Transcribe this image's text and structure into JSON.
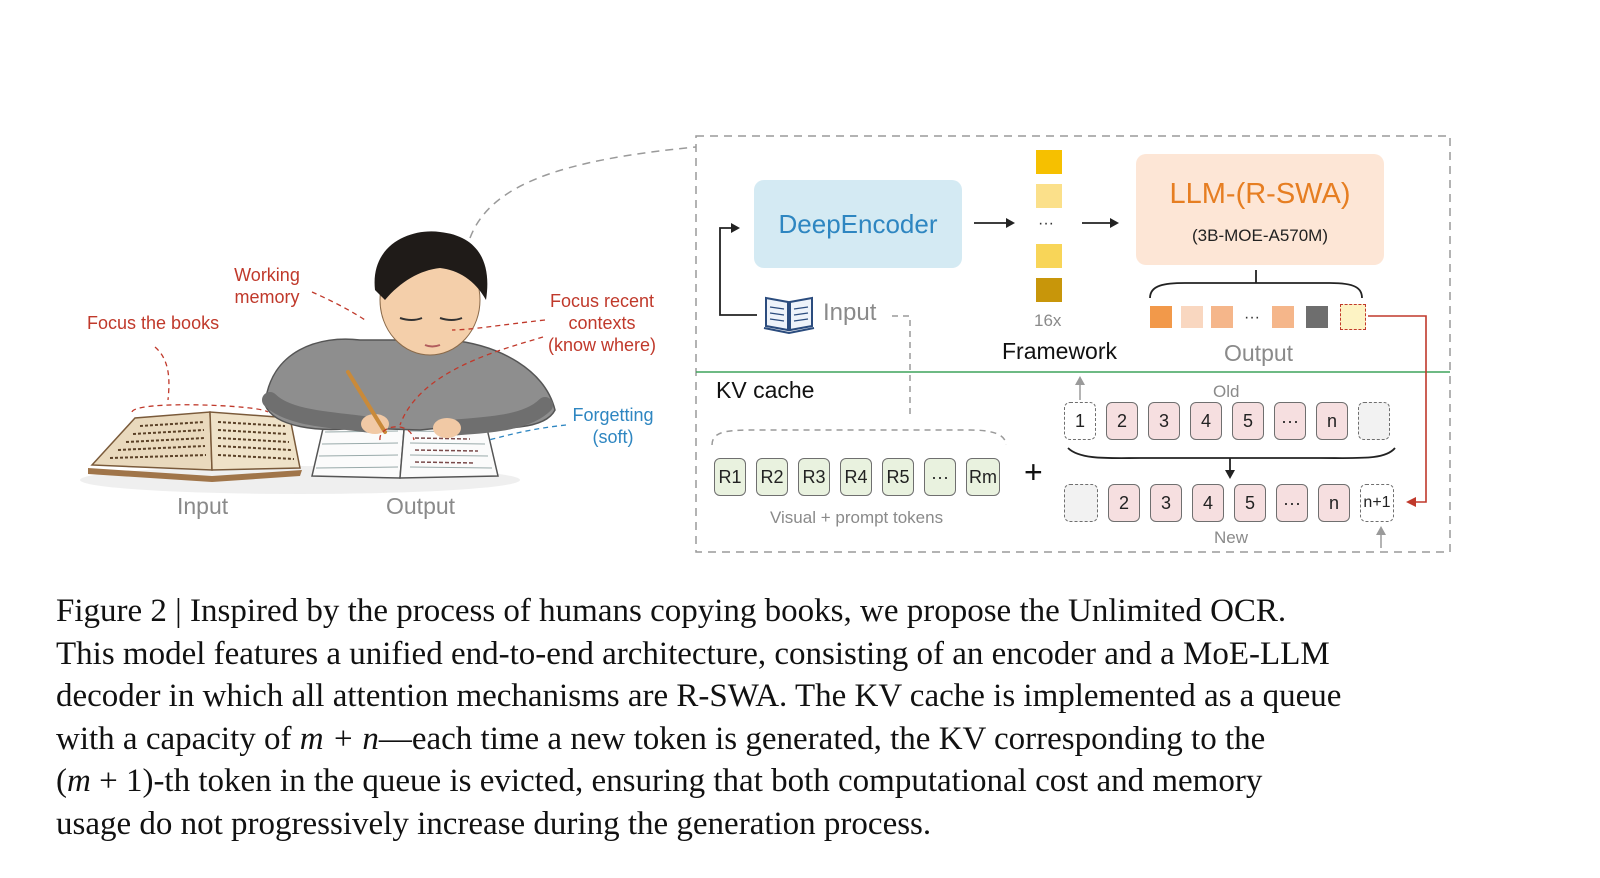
{
  "illustration": {
    "labels": {
      "working_memory": [
        "Working",
        "memory"
      ],
      "focus_books": "Focus the books",
      "focus_recent": [
        "Focus recent",
        "contexts",
        "(know where)"
      ],
      "forgetting": [
        "Forgetting",
        "(soft)"
      ],
      "input": "Input",
      "output": "Output"
    }
  },
  "framework": {
    "encoder": "DeepEncoder",
    "llm_title": "LLM-(R-SWA)",
    "llm_sub": "(3B-MOE-A570M)",
    "input": "Input",
    "tokens_count": "16x",
    "framework_label": "Framework",
    "output_label": "Output",
    "ellipsis": "···",
    "token_colors": [
      "#f6c000",
      "#fbe08a",
      "#f8d558",
      "#c8960a"
    ],
    "output_colors": [
      "#f2994a",
      "#f9d7c0",
      "#f5b68a",
      "#f5b68a",
      "#6e6e6e",
      "#fdf3c4"
    ]
  },
  "kv_cache": {
    "title": "KV cache",
    "r_tokens": [
      "R1",
      "R2",
      "R3",
      "R4",
      "R5",
      "···",
      "Rm"
    ],
    "r_caption": "Visual + prompt tokens",
    "plus": "+",
    "old_label": "Old",
    "old_tokens": [
      "1",
      "2",
      "3",
      "4",
      "5",
      "···",
      "n",
      ""
    ],
    "new_label": "New",
    "new_tokens": [
      "",
      "2",
      "3",
      "4",
      "5",
      "···",
      "n",
      "n+1"
    ]
  },
  "caption": {
    "lines": [
      [
        "Figure 2 | Inspired by the process of humans copying books, we propose the Unlimited OCR."
      ],
      [
        "This model features a unified end-to-end architecture, consisting of an encoder and a MoE-LLM"
      ],
      [
        "decoder in which all attention mechanisms are R-SWA. The KV cache is implemented as a queue"
      ],
      [
        "with a capacity of ",
        "m + n",
        "—each time a new token is generated, the KV corresponding to the"
      ],
      [
        "(",
        "m",
        " + 1)-th token in the queue is evicted, ensuring that both computational cost and memory"
      ],
      [
        "usage do not progressively increase during the generation process."
      ]
    ]
  }
}
